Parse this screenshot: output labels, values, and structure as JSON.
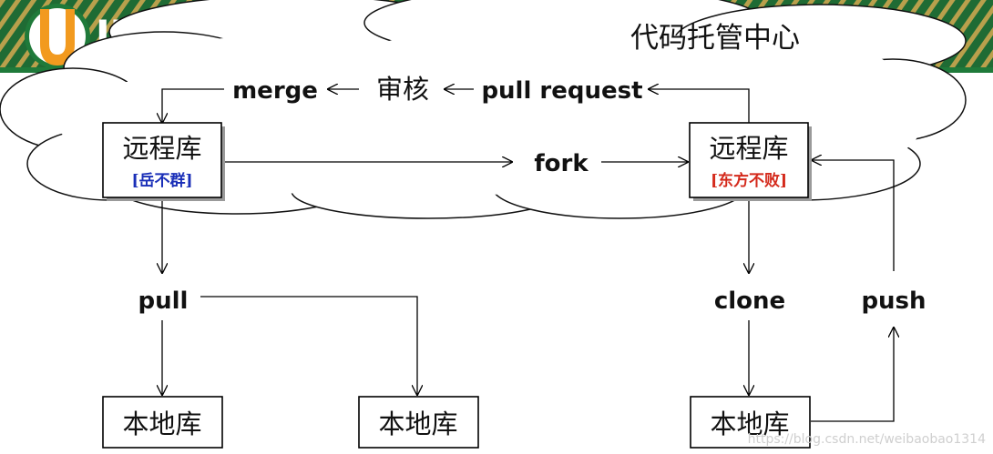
{
  "logo_partial_text": "JE",
  "cloud_title": "代码托管中心",
  "remote_left": {
    "title": "远程库",
    "tag": "[岳不群]",
    "tag_color": "#1a2fb8"
  },
  "remote_right": {
    "title": "远程库",
    "tag": "[东方不败]",
    "tag_color": "#d42a1c"
  },
  "labels": {
    "merge": "merge",
    "review": "审核",
    "pull_request": "pull request",
    "fork": "fork",
    "pull": "pull",
    "clone": "clone",
    "push": "push"
  },
  "local_repos": [
    "本地库",
    "本地库",
    "本地库"
  ],
  "watermark": "https://blog.csdn.net/weibaobao1314",
  "colors": {
    "border": "#000000",
    "background": "#ffffff",
    "banner_green": "#1f7a3a",
    "banner_gold": "#c9b05a",
    "logo_orange": "#f29a1f"
  }
}
